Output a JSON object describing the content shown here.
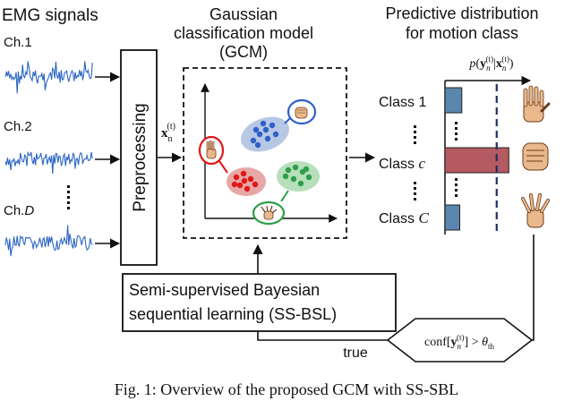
{
  "emg": {
    "title": "EMG signals",
    "channels": [
      {
        "prefix": "Ch.",
        "id": "1"
      },
      {
        "prefix": "Ch.",
        "id": "2"
      },
      {
        "prefix": "Ch.",
        "id": "D"
      }
    ],
    "signal_color": "#2d66c4"
  },
  "preprocessing": {
    "label": "Preprocessing"
  },
  "input_symbol": "x",
  "input_sub": "n",
  "input_sup": "(t)",
  "gcm": {
    "title_line1": "Gaussian",
    "title_line2": "classification model",
    "title_line3": "(GCM)",
    "clusters": [
      {
        "name": "blue",
        "color": "#2f5fc8",
        "fill": "#9fb6dc"
      },
      {
        "name": "red",
        "color": "#e01818",
        "fill": "#e08a8a"
      },
      {
        "name": "green",
        "color": "#2e9e4a",
        "fill": "#9fd4a4"
      }
    ]
  },
  "predictive": {
    "title_line1": "Predictive distribution",
    "title_line2": "for motion class",
    "axis_label": "p(y|x)",
    "classes": [
      {
        "label": "Class 1",
        "value": 0.25,
        "color": "#5b86ad"
      },
      {
        "label": "Class c",
        "value": 0.95,
        "color": "#b55a60"
      },
      {
        "label": "Class C",
        "value": 0.22,
        "color": "#5b86ad"
      }
    ],
    "threshold": 0.77,
    "threshold_color": "#1d2f66"
  },
  "ssbsl": {
    "line1": "Semi-supervised Bayesian",
    "line2": "sequential learning (SS-BSL)"
  },
  "decision": {
    "condition": "conf[y] > θth",
    "true_label": "true"
  },
  "caption": "Fig. 1: Overview of the proposed GCM with SS-SBL"
}
